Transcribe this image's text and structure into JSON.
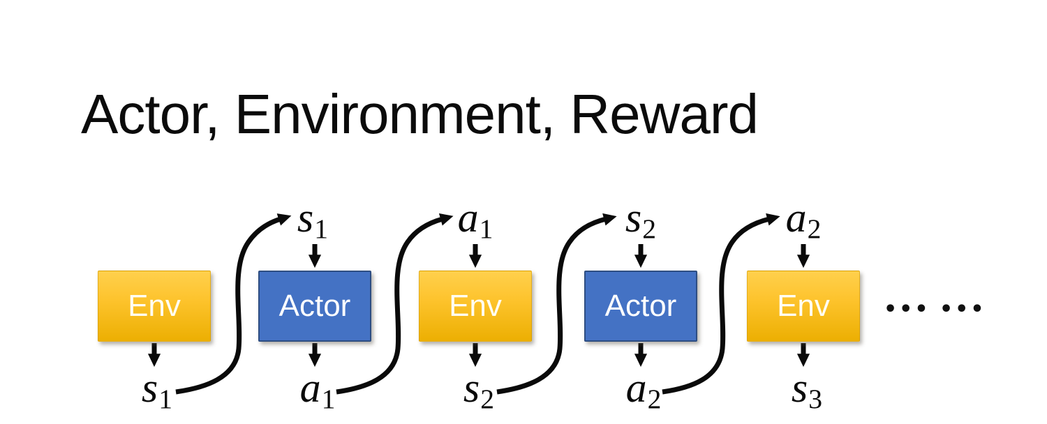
{
  "title": "Actor, Environment, Reward",
  "colors": {
    "env_gradient_top": "#FFD04D",
    "env_gradient_bottom": "#ECAF02",
    "actor_fill": "#4472C4",
    "actor_border": "#2E4E82",
    "arrow_color": "#0A0A0A",
    "box_text": "#FFFFFF",
    "title_text": "#0B0B0B",
    "background": "#FFFFFF"
  },
  "diagram": {
    "boxes": [
      {
        "label": "Env",
        "type": "env"
      },
      {
        "label": "Actor",
        "type": "actor"
      },
      {
        "label": "Env",
        "type": "env"
      },
      {
        "label": "Actor",
        "type": "actor"
      },
      {
        "label": "Env",
        "type": "env"
      }
    ],
    "top_labels": [
      {
        "base": "s",
        "sub": "1"
      },
      {
        "base": "a",
        "sub": "1"
      },
      {
        "base": "s",
        "sub": "2"
      },
      {
        "base": "a",
        "sub": "2"
      }
    ],
    "bottom_labels": [
      {
        "base": "s",
        "sub": "1"
      },
      {
        "base": "a",
        "sub": "1"
      },
      {
        "base": "s",
        "sub": "2"
      },
      {
        "base": "a",
        "sub": "2"
      },
      {
        "base": "s",
        "sub": "3"
      }
    ],
    "ellipsis": "••• •••"
  }
}
